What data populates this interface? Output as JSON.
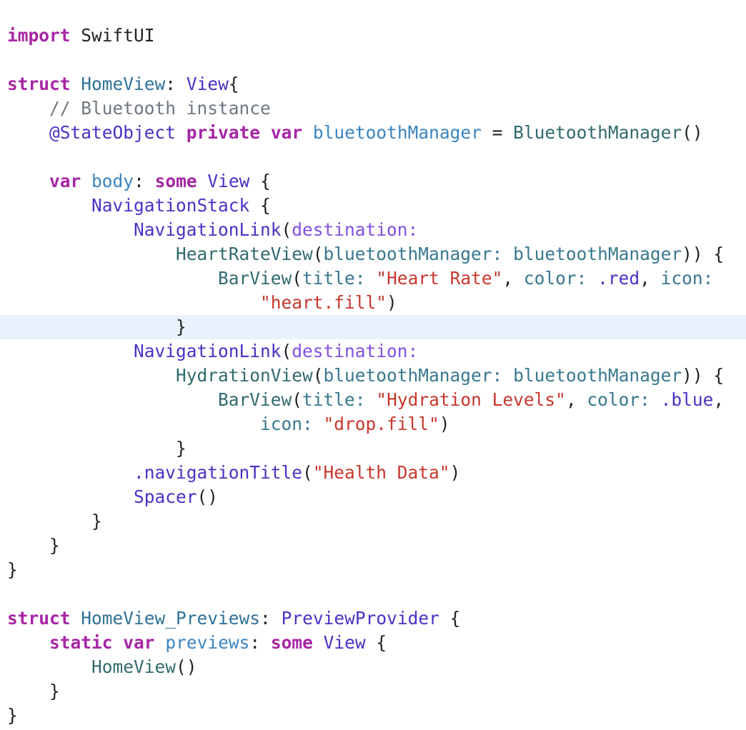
{
  "app": {
    "kind": "code-viewer",
    "language": "swift",
    "background": "#FFFFFF",
    "highlight_color": "#E9F2FC",
    "highlighted_line": 13
  },
  "palette": {
    "pl": "#1F2328",
    "kw": "#A626A4",
    "cm": "#6E7781",
    "decl": "#2F7297",
    "type": "#4733C6",
    "member": "#8250DF",
    "prop": "#3A85C2",
    "call": "#316A6E",
    "param": "#37788F",
    "str": "#C7372D"
  },
  "code": {
    "lines": [
      {
        "n": 1,
        "tokens": [
          {
            "t": "kw",
            "s": "import"
          },
          {
            "t": "pl",
            "s": " SwiftUI"
          }
        ]
      },
      {
        "n": 2,
        "tokens": []
      },
      {
        "n": 3,
        "tokens": [
          {
            "t": "kw",
            "s": "struct"
          },
          {
            "t": "pl",
            "s": " "
          },
          {
            "t": "decl",
            "s": "HomeView"
          },
          {
            "t": "pl",
            "s": ": "
          },
          {
            "t": "type",
            "s": "View"
          },
          {
            "t": "pl",
            "s": "{"
          }
        ]
      },
      {
        "n": 4,
        "tokens": [
          {
            "t": "cm",
            "s": "    // Bluetooth instance"
          }
        ]
      },
      {
        "n": 5,
        "tokens": [
          {
            "t": "pl",
            "s": "    "
          },
          {
            "t": "type",
            "s": "@StateObject"
          },
          {
            "t": "pl",
            "s": " "
          },
          {
            "t": "kw",
            "s": "private"
          },
          {
            "t": "pl",
            "s": " "
          },
          {
            "t": "kw",
            "s": "var"
          },
          {
            "t": "pl",
            "s": " "
          },
          {
            "t": "prop",
            "s": "bluetoothManager"
          },
          {
            "t": "pl",
            "s": " = "
          },
          {
            "t": "call",
            "s": "BluetoothManager"
          },
          {
            "t": "pl",
            "s": "()"
          }
        ]
      },
      {
        "n": 6,
        "tokens": []
      },
      {
        "n": 7,
        "tokens": [
          {
            "t": "pl",
            "s": "    "
          },
          {
            "t": "kw",
            "s": "var"
          },
          {
            "t": "pl",
            "s": " "
          },
          {
            "t": "prop",
            "s": "body"
          },
          {
            "t": "pl",
            "s": ": "
          },
          {
            "t": "kw",
            "s": "some"
          },
          {
            "t": "pl",
            "s": " "
          },
          {
            "t": "type",
            "s": "View"
          },
          {
            "t": "pl",
            "s": " {"
          }
        ]
      },
      {
        "n": 8,
        "tokens": [
          {
            "t": "pl",
            "s": "        "
          },
          {
            "t": "type",
            "s": "NavigationStack"
          },
          {
            "t": "pl",
            "s": " {"
          }
        ]
      },
      {
        "n": 9,
        "tokens": [
          {
            "t": "pl",
            "s": "            "
          },
          {
            "t": "type",
            "s": "NavigationLink"
          },
          {
            "t": "pl",
            "s": "("
          },
          {
            "t": "member",
            "s": "destination:"
          }
        ]
      },
      {
        "n": 10,
        "tokens": [
          {
            "t": "pl",
            "s": "                "
          },
          {
            "t": "call",
            "s": "HeartRateView"
          },
          {
            "t": "pl",
            "s": "("
          },
          {
            "t": "param",
            "s": "bluetoothManager:"
          },
          {
            "t": "pl",
            "s": " "
          },
          {
            "t": "param",
            "s": "bluetoothManager"
          },
          {
            "t": "pl",
            "s": ")) {"
          }
        ]
      },
      {
        "n": 11,
        "tokens": [
          {
            "t": "pl",
            "s": "                    "
          },
          {
            "t": "call",
            "s": "BarView"
          },
          {
            "t": "pl",
            "s": "("
          },
          {
            "t": "param",
            "s": "title:"
          },
          {
            "t": "pl",
            "s": " "
          },
          {
            "t": "str",
            "s": "\"Heart Rate\""
          },
          {
            "t": "pl",
            "s": ", "
          },
          {
            "t": "param",
            "s": "color:"
          },
          {
            "t": "pl",
            "s": " "
          },
          {
            "t": "type",
            "s": ".red"
          },
          {
            "t": "pl",
            "s": ", "
          },
          {
            "t": "param",
            "s": "icon:"
          }
        ]
      },
      {
        "n": 12,
        "tokens": [
          {
            "t": "pl",
            "s": "                        "
          },
          {
            "t": "str",
            "s": "\"heart.fill\""
          },
          {
            "t": "pl",
            "s": ")"
          }
        ]
      },
      {
        "n": 13,
        "tokens": [
          {
            "t": "pl",
            "s": "                }"
          }
        ]
      },
      {
        "n": 14,
        "tokens": [
          {
            "t": "pl",
            "s": "            "
          },
          {
            "t": "type",
            "s": "NavigationLink"
          },
          {
            "t": "pl",
            "s": "("
          },
          {
            "t": "member",
            "s": "destination:"
          }
        ]
      },
      {
        "n": 15,
        "tokens": [
          {
            "t": "pl",
            "s": "                "
          },
          {
            "t": "call",
            "s": "HydrationView"
          },
          {
            "t": "pl",
            "s": "("
          },
          {
            "t": "param",
            "s": "bluetoothManager:"
          },
          {
            "t": "pl",
            "s": " "
          },
          {
            "t": "param",
            "s": "bluetoothManager"
          },
          {
            "t": "pl",
            "s": ")) {"
          }
        ]
      },
      {
        "n": 16,
        "tokens": [
          {
            "t": "pl",
            "s": "                    "
          },
          {
            "t": "call",
            "s": "BarView"
          },
          {
            "t": "pl",
            "s": "("
          },
          {
            "t": "param",
            "s": "title:"
          },
          {
            "t": "pl",
            "s": " "
          },
          {
            "t": "str",
            "s": "\"Hydration Levels\""
          },
          {
            "t": "pl",
            "s": ", "
          },
          {
            "t": "param",
            "s": "color:"
          },
          {
            "t": "pl",
            "s": " "
          },
          {
            "t": "type",
            "s": ".blue"
          },
          {
            "t": "pl",
            "s": ","
          }
        ]
      },
      {
        "n": 17,
        "tokens": [
          {
            "t": "pl",
            "s": "                        "
          },
          {
            "t": "param",
            "s": "icon:"
          },
          {
            "t": "pl",
            "s": " "
          },
          {
            "t": "str",
            "s": "\"drop.fill\""
          },
          {
            "t": "pl",
            "s": ")"
          }
        ]
      },
      {
        "n": 18,
        "tokens": [
          {
            "t": "pl",
            "s": "                }"
          }
        ]
      },
      {
        "n": 19,
        "tokens": [
          {
            "t": "pl",
            "s": "            "
          },
          {
            "t": "type",
            "s": ".navigationTitle"
          },
          {
            "t": "pl",
            "s": "("
          },
          {
            "t": "str",
            "s": "\"Health Data\""
          },
          {
            "t": "pl",
            "s": ")"
          }
        ]
      },
      {
        "n": 20,
        "tokens": [
          {
            "t": "pl",
            "s": "            "
          },
          {
            "t": "type",
            "s": "Spacer"
          },
          {
            "t": "pl",
            "s": "()"
          }
        ]
      },
      {
        "n": 21,
        "tokens": [
          {
            "t": "pl",
            "s": "        }"
          }
        ]
      },
      {
        "n": 22,
        "tokens": [
          {
            "t": "pl",
            "s": "    }"
          }
        ]
      },
      {
        "n": 23,
        "tokens": [
          {
            "t": "pl",
            "s": "}"
          }
        ]
      },
      {
        "n": 24,
        "tokens": []
      },
      {
        "n": 25,
        "tokens": [
          {
            "t": "kw",
            "s": "struct"
          },
          {
            "t": "pl",
            "s": " "
          },
          {
            "t": "decl",
            "s": "HomeView_Previews"
          },
          {
            "t": "pl",
            "s": ": "
          },
          {
            "t": "type",
            "s": "PreviewProvider"
          },
          {
            "t": "pl",
            "s": " {"
          }
        ]
      },
      {
        "n": 26,
        "tokens": [
          {
            "t": "pl",
            "s": "    "
          },
          {
            "t": "kw",
            "s": "static"
          },
          {
            "t": "pl",
            "s": " "
          },
          {
            "t": "kw",
            "s": "var"
          },
          {
            "t": "pl",
            "s": " "
          },
          {
            "t": "prop",
            "s": "previews"
          },
          {
            "t": "pl",
            "s": ": "
          },
          {
            "t": "kw",
            "s": "some"
          },
          {
            "t": "pl",
            "s": " "
          },
          {
            "t": "type",
            "s": "View"
          },
          {
            "t": "pl",
            "s": " {"
          }
        ]
      },
      {
        "n": 27,
        "tokens": [
          {
            "t": "pl",
            "s": "        "
          },
          {
            "t": "call",
            "s": "HomeView"
          },
          {
            "t": "pl",
            "s": "()"
          }
        ]
      },
      {
        "n": 28,
        "tokens": [
          {
            "t": "pl",
            "s": "    }"
          }
        ]
      },
      {
        "n": 29,
        "tokens": [
          {
            "t": "pl",
            "s": "}"
          }
        ]
      }
    ]
  }
}
